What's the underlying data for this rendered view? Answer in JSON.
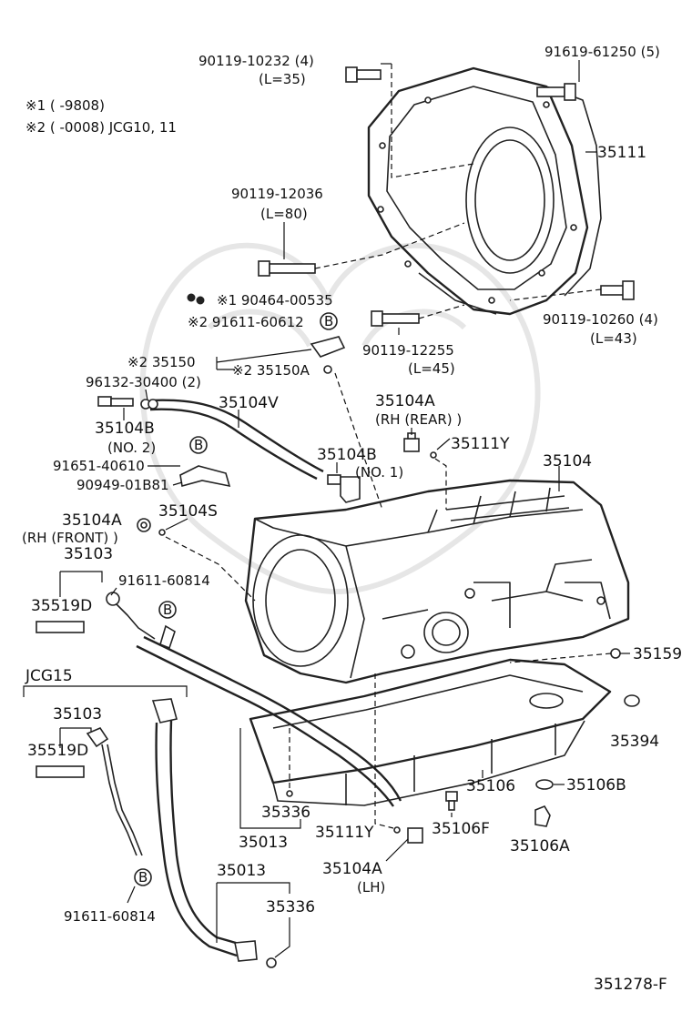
{
  "notes": {
    "note1": "※1 (        -9808)",
    "note2": "※2 (        -0008) JCG10, 11"
  },
  "labels": {
    "p90119_10232": "90119-10232 (4)",
    "l35": "(L=35)",
    "p91619_61250": "91619-61250 (5)",
    "p35111": "35111",
    "p90119_12036": "90119-12036",
    "l80": "(L=80)",
    "p90464": "※1 90464-00535",
    "p91611_60612": "※2 91611-60612",
    "p90119_10260": "90119-10260 (4)",
    "l43": "(L=43)",
    "p90119_12255": "90119-12255",
    "l45": "(L=45)",
    "p35150": "※2 35150",
    "p35150a": "※2 35150A",
    "p96132": "96132-30400 (2)",
    "p35104v": "35104V",
    "p35104a_rhrear": "35104A",
    "rhrear": "(RH (REAR) )",
    "p35104b_no2": "35104B",
    "no2": "(NO. 2)",
    "p35111y_top": "35111Y",
    "p91651": "91651-40610",
    "p35104b_no1": "35104B",
    "no1": "(NO. 1)",
    "p35104": "35104",
    "p90949": "90949-01B81",
    "p35104a_rhfront": "35104A",
    "p35104s": "35104S",
    "rhfront": "(RH (FRONT) )",
    "p35103_top": "35103",
    "p91611_60814_top": "91611-60814",
    "p35519d_top": "35519D",
    "p35159": "35159",
    "jcg15": "JCG15",
    "p35103_bot": "35103",
    "p35519d_bot": "35519D",
    "p35394": "35394",
    "p35106": "35106",
    "p35106b": "35106B",
    "p35336_mid": "35336",
    "p35013_mid": "35013",
    "p35111y_bot": "35111Y",
    "p35106f": "35106F",
    "p35106a": "35106A",
    "p35104a_lh": "35104A",
    "lh": "(LH)",
    "p35013_bot": "35013",
    "p35336_bot": "35336",
    "p91611_60814_bot": "91611-60814",
    "ref": "351278-F",
    "circleB": "B"
  }
}
